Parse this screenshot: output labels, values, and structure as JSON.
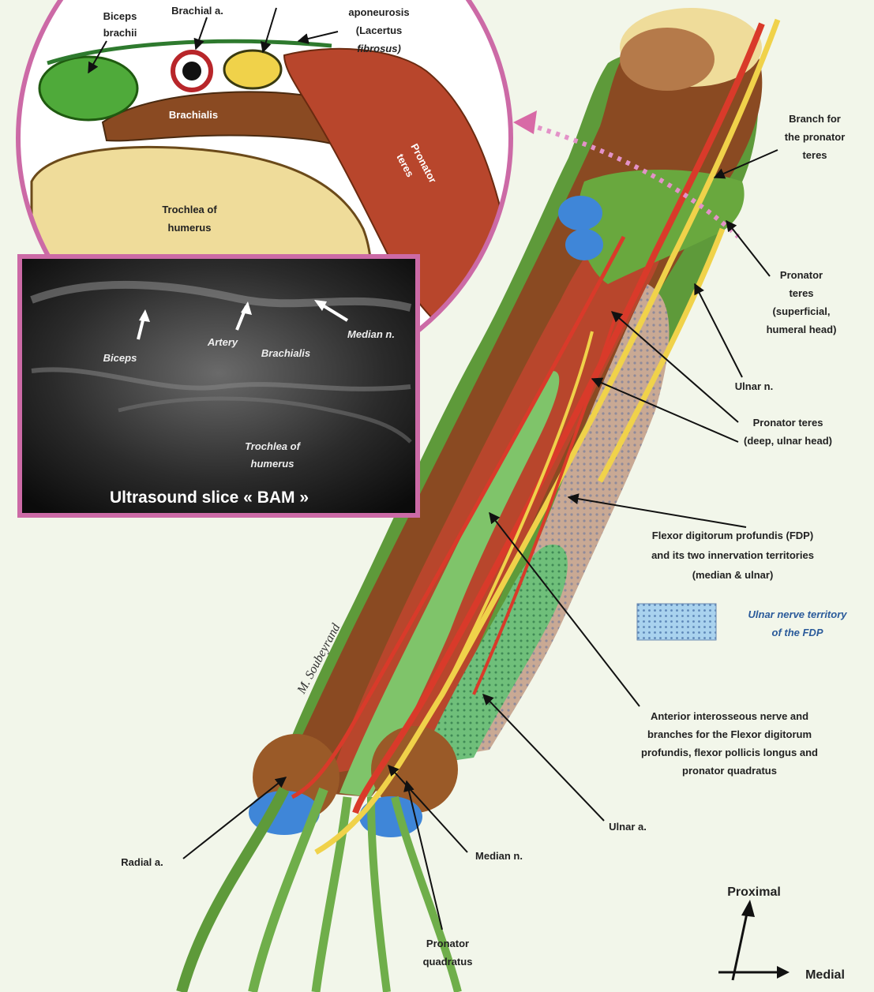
{
  "inset": {
    "labels": {
      "biceps": [
        "Biceps",
        "brachii"
      ],
      "brachial_a": "Brachial a.",
      "aponeurosis": [
        "aponeurosis",
        "(Lacertus",
        "fibrosus)"
      ],
      "brachialis": "Brachialis",
      "pronator_teres": [
        "Pronator",
        "teres"
      ],
      "trochlea": [
        "Trochlea of",
        "humerus"
      ]
    }
  },
  "ultrasound": {
    "title": "Ultrasound slice « BAM »",
    "labels": {
      "biceps": "Biceps",
      "artery": "Artery",
      "brachialis": "Brachialis",
      "median_n": "Median n.",
      "trochlea": [
        "Trochlea of",
        "humerus"
      ]
    }
  },
  "labels": {
    "branch_pronator": [
      "Branch for",
      "the pronator",
      "teres"
    ],
    "pronator_superficial": [
      "Pronator",
      "teres",
      "(superficial,",
      "humeral head)"
    ],
    "ulnar_n": "Ulnar n.",
    "pronator_deep": [
      "Pronator teres",
      "(deep, ulnar  head)"
    ],
    "fdp": [
      "Flexor digitorum profundis (FDP)",
      "and its two innervation territories",
      "(median & ulnar)"
    ],
    "ulnar_territory": [
      "Ulnar nerve territory",
      "of the FDP"
    ],
    "anterior_interosseous": [
      "Anterior interosseous nerve and",
      "branches for the Flexor digitorum",
      "profundis, flexor pollicis longus and",
      "pronator quadratus"
    ],
    "ulnar_a": "Ulnar a.",
    "median_n": "Median n.",
    "radial_a": "Radial a.",
    "pronator_quadratus": [
      "Pronator",
      "quadratus"
    ],
    "signature": "M. Soubeyrand"
  },
  "axes": {
    "proximal": "Proximal",
    "medial": "Medial"
  },
  "colors": {
    "muscle_red": "#b8462c",
    "muscle_brown": "#8a4a22",
    "muscle_green": "#5e9a3a",
    "bone": "#efdc9a",
    "nerve_yellow": "#f0d24a",
    "artery_red": "#d93a2a",
    "bone_blue": "#3f86d8",
    "inset_border": "#cc6aa6",
    "territory_blue": "#a9d2ee"
  }
}
